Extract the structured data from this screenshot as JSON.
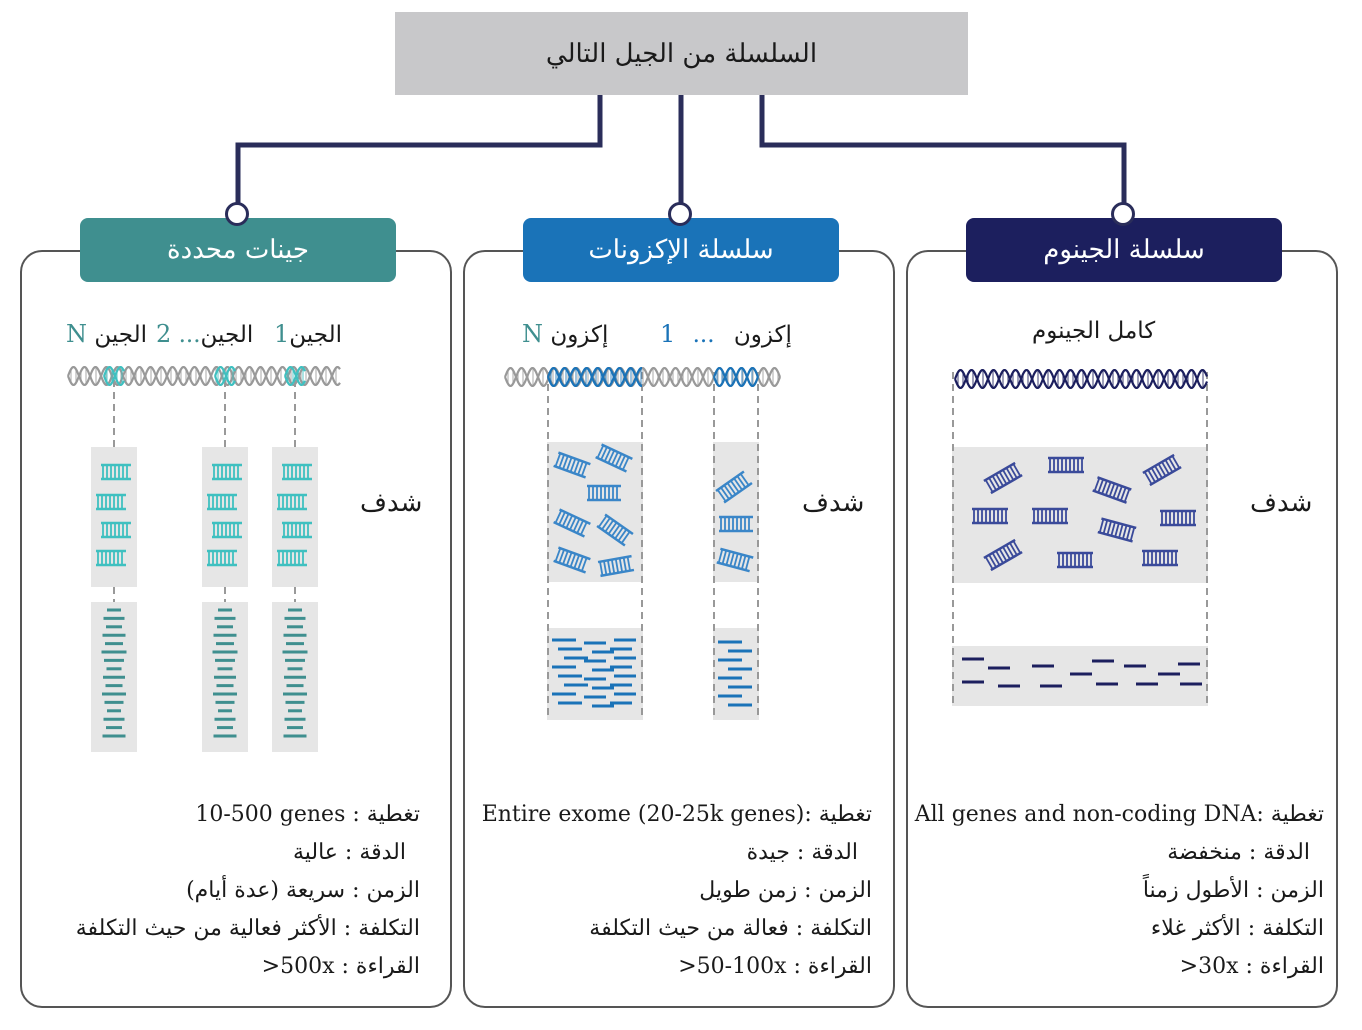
{
  "root": {
    "title": "السلسلة من الجيل التالي"
  },
  "panels": [
    {
      "id": "genome",
      "header": "سلسلة الجينوم",
      "color": "#1c1f5e",
      "region_label": "كامل الجينوم",
      "shred_label": "شدف",
      "stats": [
        {
          "key": "تغطية",
          "value": "All genes and non-coding DNA"
        },
        {
          "key": "الدقة",
          "value": "منخفضة"
        },
        {
          "key": "الزمن",
          "value": "الأطول زمناً"
        },
        {
          "key": "التكلفة",
          "value": "الأكثر غلاء"
        },
        {
          "key": "القراءة",
          "value": ">30x"
        }
      ]
    },
    {
      "id": "exome",
      "header": "سلسلة الإكزونات",
      "color": "#1a73b8",
      "region_label_1": "إكزون",
      "region_num_1": "1",
      "region_dots": "...",
      "region_label_n": "إكزون",
      "region_num_n": "N",
      "shred_label": "شدف",
      "stats": [
        {
          "key": "تغطية",
          "value": "Entire exome (20-25k genes)"
        },
        {
          "key": "الدقة",
          "value": "جيدة"
        },
        {
          "key": "الزمن",
          "value": "زمن طويل"
        },
        {
          "key": "التكلفة",
          "value": "فعالة من حيث التكلفة"
        },
        {
          "key": "القراءة",
          "value": ">50-100x"
        }
      ]
    },
    {
      "id": "targeted",
      "header": "جينات محددة",
      "color": "#3f8f8f",
      "gene_word": "الجين",
      "gene_1": "1",
      "gene_2": "2",
      "gene_dots": "...",
      "gene_n": "N",
      "shred_label": "شدف",
      "stats": [
        {
          "key": "تغطية",
          "value": "10-500 genes"
        },
        {
          "key": "الدقة",
          "value": "عالية"
        },
        {
          "key": "الزمن",
          "value": "سريعة (عدة أيام)"
        },
        {
          "key": "التكلفة",
          "value": "الأكثر فعالية من حيث التكلفة"
        },
        {
          "key": "القراءة",
          "value": ">500x"
        }
      ]
    }
  ],
  "colors": {
    "root_bg": "#c8c8ca",
    "connector": "#2a2d5a",
    "genome_dark": "#1c1f5e",
    "genome_frag": "#3a4a9a",
    "exome_blue": "#1a73b8",
    "exome_frag": "#3a86c8",
    "teal": "#3f8f8f",
    "teal_light": "#3fc0c0",
    "panel_gray": "#e6e6e6"
  }
}
